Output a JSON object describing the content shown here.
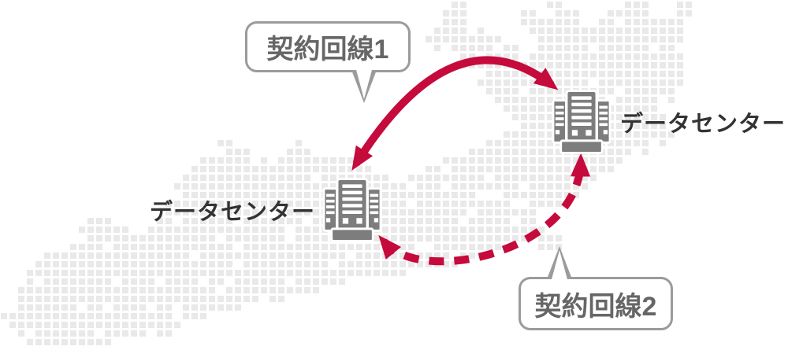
{
  "callouts": {
    "line1": {
      "label": "契約回線1"
    },
    "line2": {
      "label": "契約回線2"
    }
  },
  "datacenters": {
    "left": {
      "label": "データセンター"
    },
    "right": {
      "label": "データセンター"
    }
  },
  "icons": {
    "datacenter": "building-icon",
    "callout1_pointer": "speech-tail-down",
    "callout2_pointer": "speech-tail-up"
  },
  "colors": {
    "accent_red": "#c50a3c",
    "building_gray": "#7d7d7d",
    "map_dot": "#e9e9e9",
    "callout_border": "#9b9b9b",
    "callout_text": "#666666",
    "label_text": "#333333",
    "background": "#ffffff"
  },
  "background_map": {
    "cell": 11,
    "dot": 8,
    "rows": [
      {
        "r": 0,
        "runs": [
          [
            52,
            53
          ],
          [
            63,
            64
          ],
          [
            71,
            74
          ],
          [
            78,
            79
          ]
        ]
      },
      {
        "r": 1,
        "runs": [
          [
            51,
            54
          ],
          [
            60,
            61
          ],
          [
            63,
            66
          ],
          [
            70,
            76
          ],
          [
            78,
            79
          ]
        ]
      },
      {
        "r": 2,
        "runs": [
          [
            50,
            54
          ],
          [
            59,
            67
          ],
          [
            69,
            79
          ]
        ]
      },
      {
        "r": 3,
        "runs": [
          [
            50,
            56
          ],
          [
            60,
            79
          ]
        ]
      },
      {
        "r": 4,
        "runs": [
          [
            49,
            57
          ],
          [
            61,
            79
          ]
        ]
      },
      {
        "r": 5,
        "runs": [
          [
            50,
            59
          ],
          [
            62,
            79
          ]
        ]
      },
      {
        "r": 6,
        "runs": [
          [
            52,
            79
          ]
        ]
      },
      {
        "r": 7,
        "runs": [
          [
            53,
            79
          ]
        ]
      },
      {
        "r": 8,
        "runs": [
          [
            54,
            79
          ]
        ]
      },
      {
        "r": 9,
        "runs": [
          [
            55,
            78
          ]
        ]
      },
      {
        "r": 10,
        "runs": [
          [
            56,
            78
          ]
        ]
      },
      {
        "r": 11,
        "runs": [
          [
            57,
            77
          ]
        ]
      },
      {
        "r": 12,
        "runs": [
          [
            58,
            77
          ]
        ]
      },
      {
        "r": 13,
        "runs": [
          [
            59,
            76
          ]
        ]
      },
      {
        "r": 14,
        "runs": [
          [
            59,
            77
          ]
        ]
      },
      {
        "r": 15,
        "runs": [
          [
            58,
            77
          ]
        ]
      },
      {
        "r": 16,
        "runs": [
          [
            24,
            26
          ],
          [
            34,
            34
          ],
          [
            56,
            76
          ]
        ]
      },
      {
        "r": 17,
        "runs": [
          [
            25,
            28
          ],
          [
            33,
            35
          ],
          [
            54,
            74
          ]
        ]
      },
      {
        "r": 18,
        "runs": [
          [
            23,
            30
          ],
          [
            32,
            40
          ],
          [
            51,
            72
          ]
        ]
      },
      {
        "r": 19,
        "runs": [
          [
            22,
            42
          ],
          [
            48,
            70
          ]
        ]
      },
      {
        "r": 20,
        "runs": [
          [
            21,
            45
          ],
          [
            47,
            68
          ]
        ]
      },
      {
        "r": 21,
        "runs": [
          [
            20,
            50
          ],
          [
            52,
            67
          ]
        ]
      },
      {
        "r": 22,
        "runs": [
          [
            20,
            55
          ],
          [
            57,
            66
          ]
        ]
      },
      {
        "r": 23,
        "runs": [
          [
            19,
            58
          ],
          [
            60,
            65
          ]
        ]
      },
      {
        "r": 24,
        "runs": [
          [
            18,
            61
          ]
        ]
      },
      {
        "r": 25,
        "runs": [
          [
            10,
            12
          ],
          [
            17,
            62
          ]
        ]
      },
      {
        "r": 26,
        "runs": [
          [
            9,
            14
          ],
          [
            16,
            63
          ]
        ]
      },
      {
        "r": 27,
        "runs": [
          [
            8,
            64
          ]
        ]
      },
      {
        "r": 28,
        "runs": [
          [
            6,
            47
          ],
          [
            50,
            58
          ],
          [
            61,
            64
          ]
        ]
      },
      {
        "r": 29,
        "runs": [
          [
            5,
            56
          ]
        ]
      },
      {
        "r": 30,
        "runs": [
          [
            4,
            52
          ]
        ]
      },
      {
        "r": 31,
        "runs": [
          [
            3,
            46
          ]
        ]
      },
      {
        "r": 32,
        "runs": [
          [
            3,
            40
          ]
        ]
      },
      {
        "r": 33,
        "runs": [
          [
            2,
            36
          ]
        ]
      },
      {
        "r": 34,
        "runs": [
          [
            1,
            32
          ]
        ]
      },
      {
        "r": 35,
        "runs": [
          [
            0,
            28
          ]
        ]
      },
      {
        "r": 36,
        "runs": [
          [
            0,
            24
          ]
        ]
      },
      {
        "r": 37,
        "runs": [
          [
            1,
            20
          ]
        ]
      },
      {
        "r": 38,
        "runs": [
          [
            2,
            16
          ],
          [
            18,
            20
          ]
        ]
      },
      {
        "r": 39,
        "runs": [
          [
            3,
            12
          ]
        ]
      }
    ]
  }
}
